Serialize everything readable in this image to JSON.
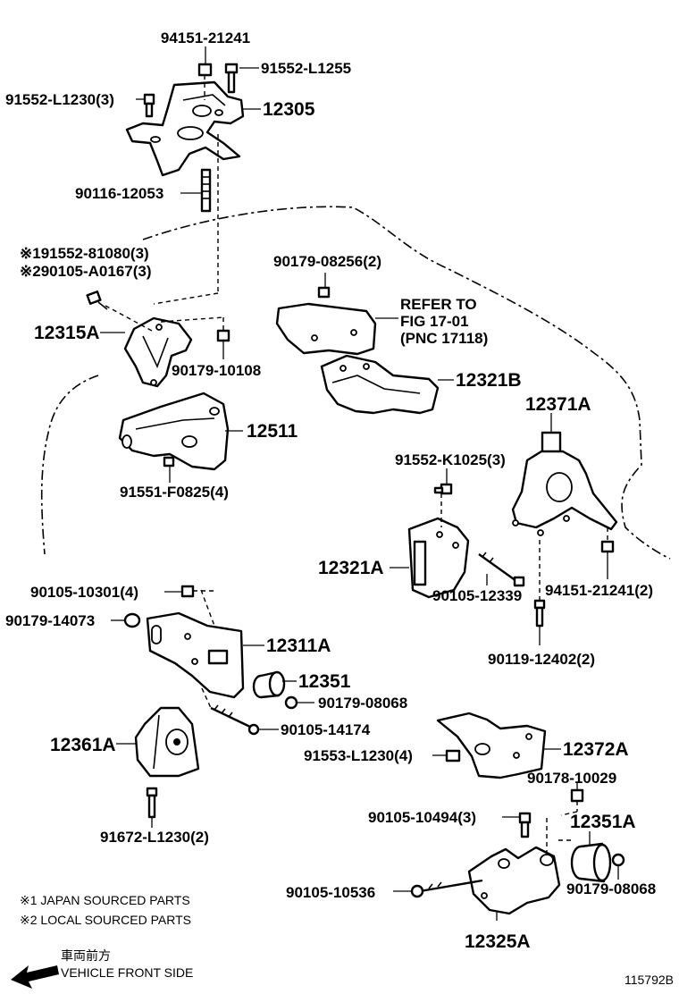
{
  "diagram": {
    "parts": [
      {
        "id": "p1",
        "label": "94151-21241"
      },
      {
        "id": "p2",
        "label": "91552-L1255"
      },
      {
        "id": "p3",
        "label": "91552-L1230(3)"
      },
      {
        "id": "p4",
        "label": "12305"
      },
      {
        "id": "p5",
        "label": "90116-12053"
      },
      {
        "id": "p6",
        "label": "※191552-81080(3)"
      },
      {
        "id": "p7",
        "label": "※290105-A0167(3)"
      },
      {
        "id": "p8",
        "label": "90179-08256(2)"
      },
      {
        "id": "p9",
        "label": "12315A"
      },
      {
        "id": "p10",
        "label": "90179-10108"
      },
      {
        "id": "p11",
        "label": "12321B"
      },
      {
        "id": "p12",
        "label": "12371A"
      },
      {
        "id": "p13",
        "label": "12511"
      },
      {
        "id": "p14",
        "label": "91552-K1025(3)"
      },
      {
        "id": "p15",
        "label": "91551-F0825(4)"
      },
      {
        "id": "p16",
        "label": "12321A"
      },
      {
        "id": "p17",
        "label": "90105-10301(4)"
      },
      {
        "id": "p18",
        "label": "94151-21241(2)"
      },
      {
        "id": "p19",
        "label": "90105-12339"
      },
      {
        "id": "p20",
        "label": "90179-14073"
      },
      {
        "id": "p21",
        "label": "12311A"
      },
      {
        "id": "p22",
        "label": "90119-12402(2)"
      },
      {
        "id": "p23",
        "label": "12351"
      },
      {
        "id": "p24",
        "label": "90179-08068"
      },
      {
        "id": "p25",
        "label": "90105-14174"
      },
      {
        "id": "p26",
        "label": "12372A"
      },
      {
        "id": "p27",
        "label": "12361A"
      },
      {
        "id": "p28",
        "label": "91553-L1230(4)"
      },
      {
        "id": "p29",
        "label": "90178-10029"
      },
      {
        "id": "p30",
        "label": "90105-10494(3)"
      },
      {
        "id": "p31",
        "label": "12351A"
      },
      {
        "id": "p32",
        "label": "91672-L1230(2)"
      },
      {
        "id": "p33",
        "label": "90105-10536"
      },
      {
        "id": "p34",
        "label": "90179-08068"
      },
      {
        "id": "p35",
        "label": "12325A"
      }
    ],
    "refer": {
      "line1": "REFER TO",
      "line2": "FIG 17-01",
      "line3": "(PNC 17118)"
    },
    "notes": {
      "note1": "※1 JAPAN SOURCED PARTS",
      "note2": "※2 LOCAL SOURCED PARTS"
    },
    "direction": {
      "label_jp": "車両前方",
      "label_en": "VEHICLE FRONT SIDE"
    },
    "figure_code": "115792B"
  }
}
